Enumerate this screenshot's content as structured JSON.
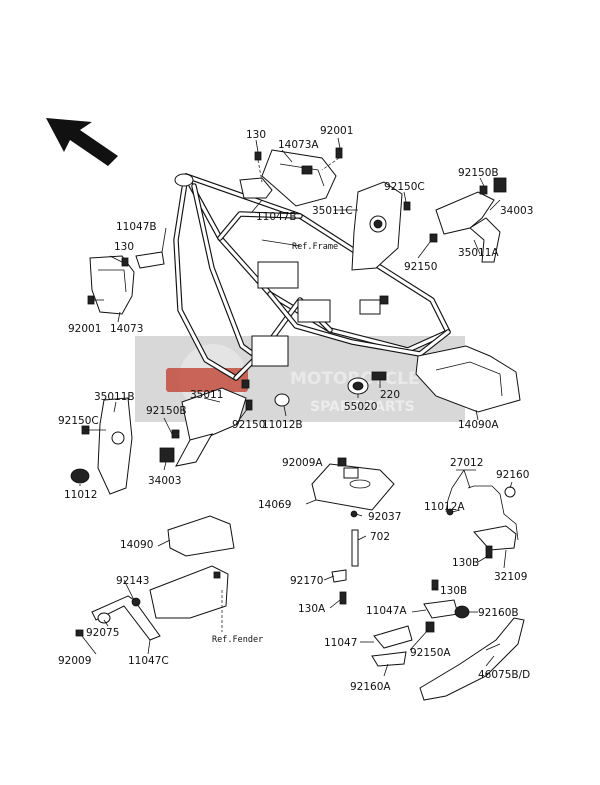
{
  "watermark": {
    "title": "MOTORCYCLE",
    "subtitle": "SPARE PARTS",
    "badge_color": "#c0392b",
    "background_color": "#d8d8d8"
  },
  "refs": {
    "frame": "Ref.Frame",
    "fender": "Ref.Fender"
  },
  "labels": {
    "p130_top": "130",
    "p14073A": "14073A",
    "p92001_top": "92001",
    "p11047B_top": "11047B",
    "p92150C_right": "92150C",
    "p35011C": "35011C",
    "p92150": "92150",
    "p92150B_right": "92150B",
    "p34003_right": "34003",
    "p35011A": "35011A",
    "p11047B_left": "11047B",
    "p130_left": "130",
    "p92001_left": "92001",
    "p14073": "14073",
    "p35011B": "35011B",
    "p35011": "35011",
    "p92150C_left": "92150C",
    "p92150B_left": "92150B",
    "p92150_mid": "92150",
    "p11012B": "11012B",
    "p55020": "55020",
    "p220": "220",
    "p14090A": "14090A",
    "p11012": "11012",
    "p34003_left": "34003",
    "p92009A": "92009A",
    "p14069": "14069",
    "p92037": "92037",
    "p702": "702",
    "p27012": "27012",
    "p92160": "92160",
    "p11012A": "11012A",
    "p130B_upper": "130B",
    "p32109": "32109",
    "p14090": "14090",
    "p92143": "92143",
    "p92075": "92075",
    "p92009": "92009",
    "p11047C": "11047C",
    "p92170": "92170",
    "p130A": "130A",
    "p130B_lower": "130B",
    "p11047A": "11047A",
    "p92160B": "92160B",
    "p11047": "11047",
    "p92150A": "92150A",
    "p92160A": "92160A",
    "p46075": "46075B/D"
  }
}
